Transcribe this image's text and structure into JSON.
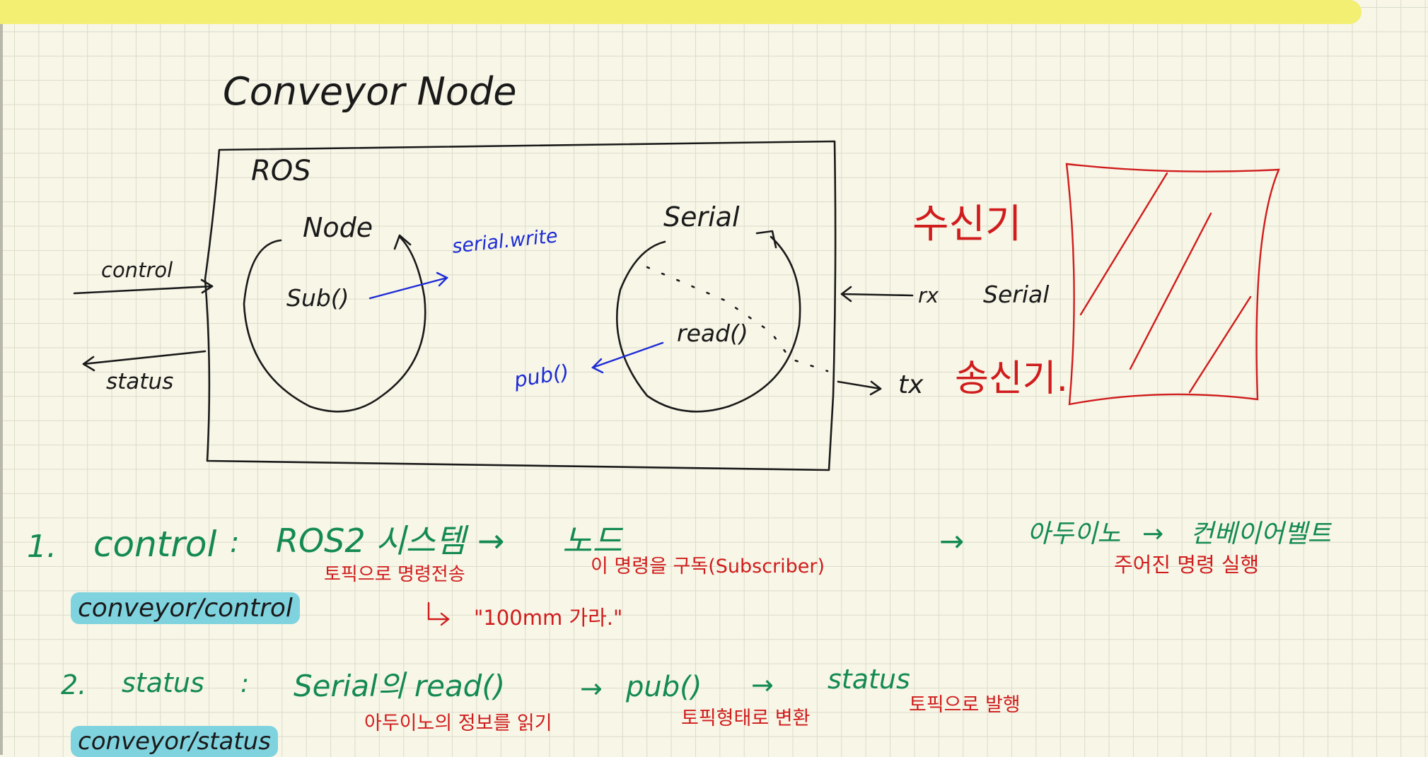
{
  "diagram": {
    "title": "Conveyor Node",
    "ros_label": "ROS",
    "node": {
      "label": "Node",
      "fn": "Sub()",
      "arrow_label": "serial.write"
    },
    "serial": {
      "label": "Serial",
      "fn": "read()",
      "arrow_label": "pub()"
    },
    "inputs": {
      "control": "control",
      "status": "status"
    },
    "ports": {
      "rx": "rx",
      "rx_label": "Serial",
      "tx": "tx",
      "receiver": "수신기",
      "transmitter": "송신기."
    }
  },
  "notes": {
    "item1": {
      "number": "1.",
      "keyword": "control",
      "colon": ":",
      "text_a": "ROS2 시스템",
      "arrow_a": "→",
      "text_b": "노드",
      "arrow_b": "→",
      "text_c": "아두이노",
      "arrow_c": "→",
      "text_d": "컨베이어벨트",
      "sub_a": "토픽으로 명령전송",
      "sub_b": "이 명령을 구독(Subscriber)",
      "sub_c": "주어진 명령 실행",
      "topic": "conveyor/control",
      "example_arrow": "↳",
      "example": "\"100mm 가라.\""
    },
    "item2": {
      "number": "2.",
      "keyword": "status",
      "colon": ":",
      "text_a": "Serial의 read()",
      "arrow_a": "→",
      "text_b": "pub()",
      "arrow_b": "→",
      "text_c": "status",
      "sub_a": "아두이노의 정보를 읽기",
      "sub_b": "토픽형태로 변환",
      "sub_c": "토픽으로 발행",
      "topic": "conveyor/status"
    }
  },
  "colors": {
    "ink": "#1a1a1a",
    "blue": "#1d2bd6",
    "red": "#d01c1c",
    "green": "#148a52",
    "highlight": "#7fd3df",
    "top_bar": "#f3ef72"
  }
}
